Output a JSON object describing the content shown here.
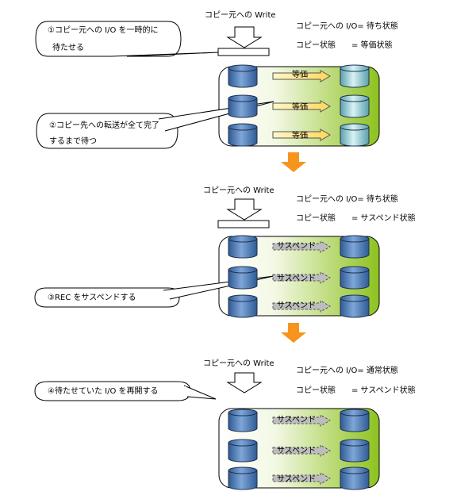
{
  "stage1": {
    "callout": {
      "line1": "①コピー元への I/O を一時的に",
      "line2": "待たせる"
    },
    "write_label": "コピー元への Write",
    "io_status": "コピー元への I/O= 待ち状態",
    "copy_status_label": "コピー状態",
    "copy_status_value": "= 等価状態",
    "arrow_labels": [
      "等価",
      "等価",
      "等価"
    ],
    "callout2": {
      "line1": "②コピー先への転送が全て完了",
      "line2": "するまで待つ"
    }
  },
  "stage2": {
    "write_label": "コピー元への Write",
    "io_status": "コピー元への I/O= 待ち状態",
    "copy_status_label": "コピー状態",
    "copy_status_value": "= サスペンド状態",
    "arrow_labels": [
      "サスペンド",
      "サスペンド",
      "サスペンド"
    ],
    "callout": {
      "line1": "③REC をサスペンドする"
    }
  },
  "stage3": {
    "write_label": "コピー元への Write",
    "io_status": "コピー元への I/O= 通常状態",
    "copy_status_label": "コピー状態",
    "copy_status_value": "= サスペンド状態",
    "arrow_labels": [
      "サスペンド",
      "サスペンド",
      "サスペンド"
    ],
    "callout": {
      "line1": "④待たせていた I/O を再開する"
    }
  },
  "colors": {
    "panel_green": "#8dc21f",
    "transition_arrow": "#f7941d",
    "equal_arrow": "#ffe680",
    "suspend_arrow": "#bdbdbd",
    "disk_source": "#5a7fb0",
    "disk_target_equal": "#9fd4dc"
  }
}
